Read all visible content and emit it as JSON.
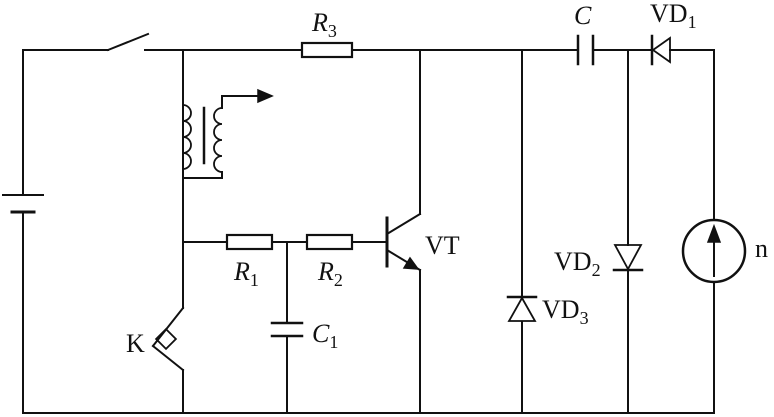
{
  "labels": {
    "r3": {
      "main": "R",
      "sub": "3"
    },
    "r1": {
      "main": "R",
      "sub": "1"
    },
    "r2": {
      "main": "R",
      "sub": "2"
    },
    "c": {
      "main": "C"
    },
    "c1": {
      "main": "C",
      "sub": "1"
    },
    "vd1": {
      "main": "VD",
      "sub": "1"
    },
    "vd2": {
      "main": "VD",
      "sub": "2"
    },
    "vd3": {
      "main": "VD",
      "sub": "3"
    },
    "vt": "VT",
    "k": "K",
    "meter": "n"
  }
}
